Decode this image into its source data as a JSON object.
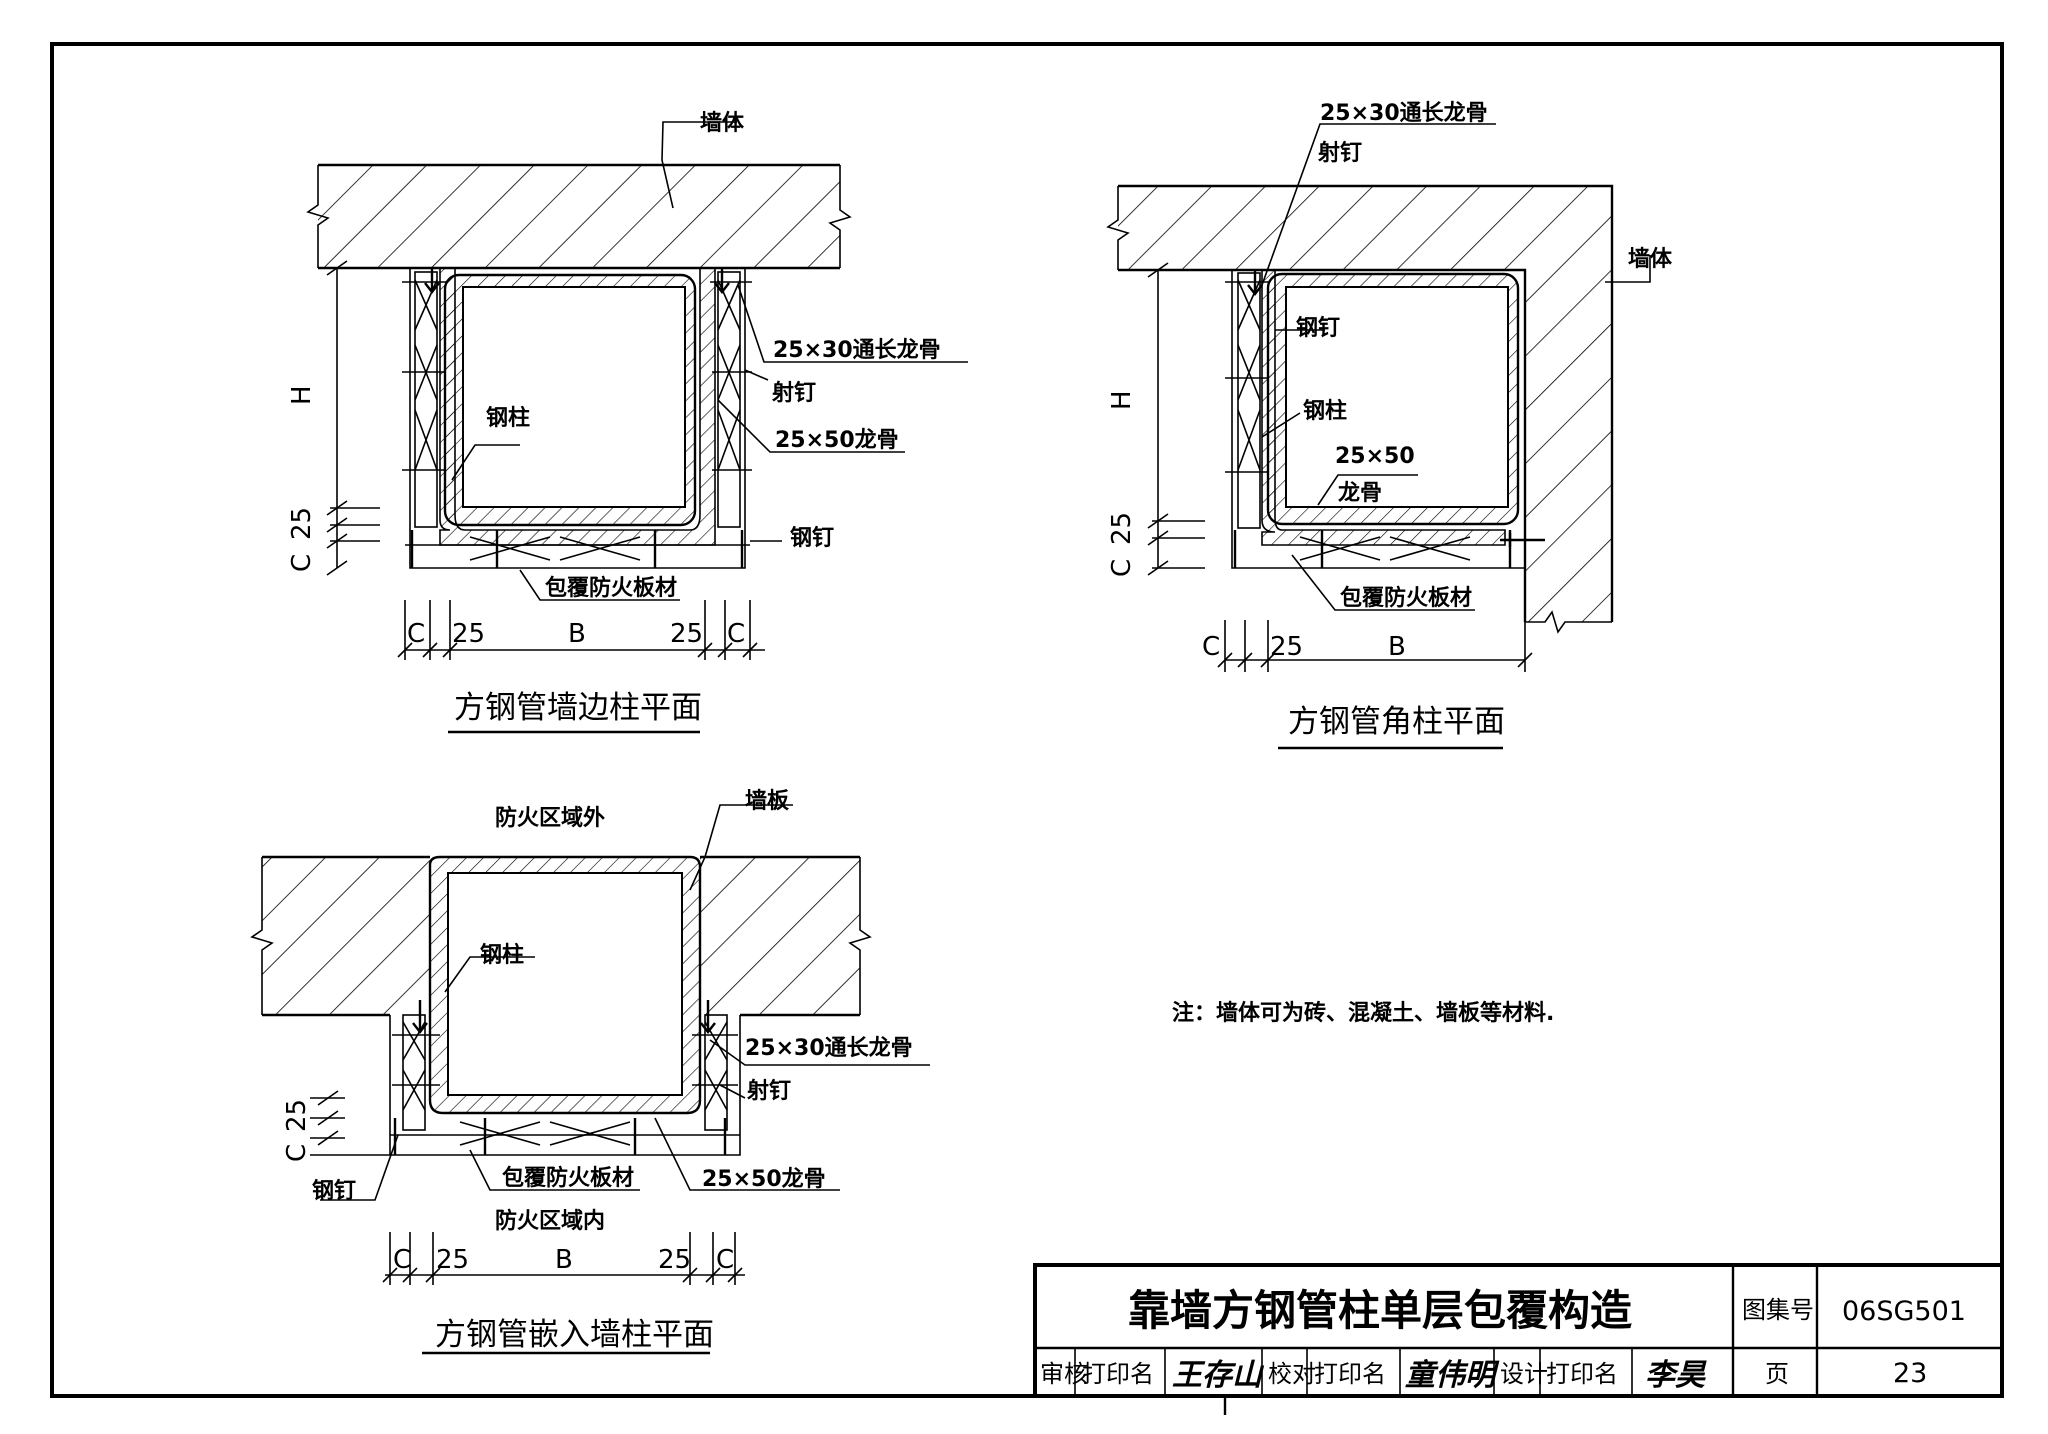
{
  "drawing1": {
    "title": "方钢管墙边柱平面",
    "labels": {
      "wall": "墙体",
      "stud_long": "25×30通长龙骨",
      "shot_nail": "射钉",
      "stud": "25×50龙骨",
      "column": "钢柱",
      "steel_nail": "钢钉",
      "board": "包覆防火板材"
    },
    "dims": {
      "H": "H",
      "C": "C",
      "t25": "25",
      "B": "B"
    }
  },
  "drawing2": {
    "title": "方钢管角柱平面",
    "labels": {
      "stud_long": "25×30通长龙骨",
      "shot_nail": "射钉",
      "wall": "墙体",
      "steel_nail": "钢钉",
      "column": "钢柱",
      "stud_a": "25×50",
      "stud_b": "龙骨",
      "board": "包覆防火板材"
    },
    "dims": {
      "H": "H",
      "C": "C",
      "t25": "25",
      "B": "B"
    }
  },
  "drawing3": {
    "title": "方钢管嵌入墙柱平面",
    "labels": {
      "outside": "防火区域外",
      "wallboard": "墙板",
      "column": "钢柱",
      "stud_long": "25×30通长龙骨",
      "shot_nail": "射钉",
      "steel_nail": "钢钉",
      "board": "包覆防火板材",
      "stud": "25×50龙骨",
      "inside": "防火区域内"
    },
    "dims": {
      "C": "C",
      "t25": "25",
      "B": "B"
    }
  },
  "note": "注：墙体可为砖、混凝土、墙板等材料.",
  "title_block": {
    "title": "靠墙方钢管柱单层包覆构造",
    "atlas_label": "图集号",
    "atlas_no": "06SG501",
    "review": "审核",
    "review_print": "打印名",
    "review_sig": "王存山",
    "check": "校对",
    "check_print": "打印名",
    "check_sig": "童伟明",
    "design": "设计",
    "design_print": "打印名",
    "design_sig": "李昊",
    "page_label": "页",
    "page_no": "23"
  }
}
